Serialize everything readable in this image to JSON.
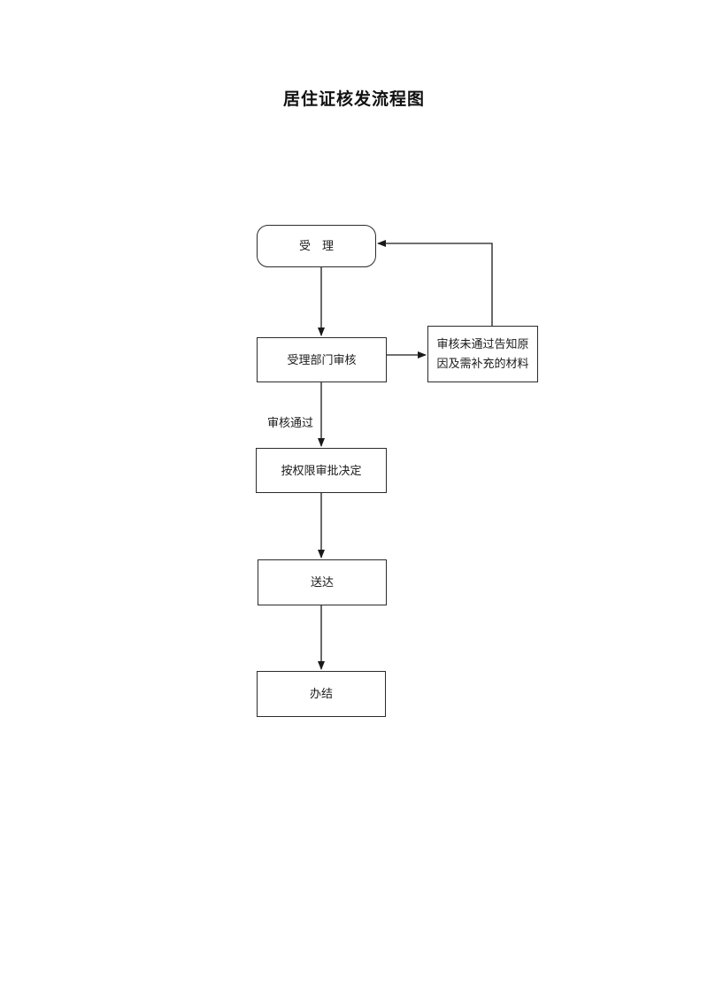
{
  "page": {
    "title": "居住证核发流程图",
    "background_color": "#ffffff",
    "line_color": "#1a1a1a"
  },
  "flowchart": {
    "nodes": {
      "accept": {
        "label": "受　理",
        "shape": "rounded-rectangle"
      },
      "review": {
        "label": "受理部门审核",
        "shape": "rectangle"
      },
      "notify": {
        "label_line1": "审核未通过告知原",
        "label_line2": "因及需补充的材料",
        "shape": "rectangle"
      },
      "approve": {
        "label": "按权限审批决定",
        "shape": "rectangle"
      },
      "deliver": {
        "label": "送达",
        "shape": "rectangle"
      },
      "complete": {
        "label": "办结",
        "shape": "rectangle"
      }
    },
    "edge_labels": {
      "review_passed": "审核通过"
    }
  }
}
